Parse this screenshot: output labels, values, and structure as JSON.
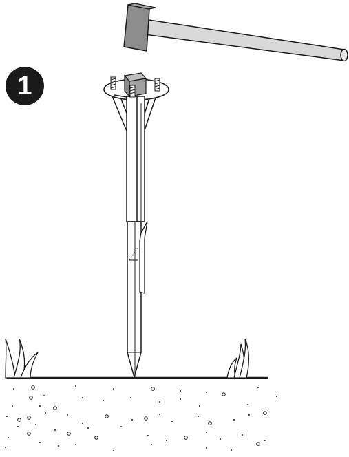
{
  "step": {
    "number": "1"
  },
  "icons": {
    "hammer": "hammer-icon",
    "stake": "ground-stake",
    "grass": "grass-tuft-icon",
    "soil": "soil-ground"
  },
  "colors": {
    "ink": "#1a1a1a",
    "hammer_head": "#8c8c8c",
    "hammer_handle": "#d9d9d9",
    "background": "#ffffff"
  }
}
